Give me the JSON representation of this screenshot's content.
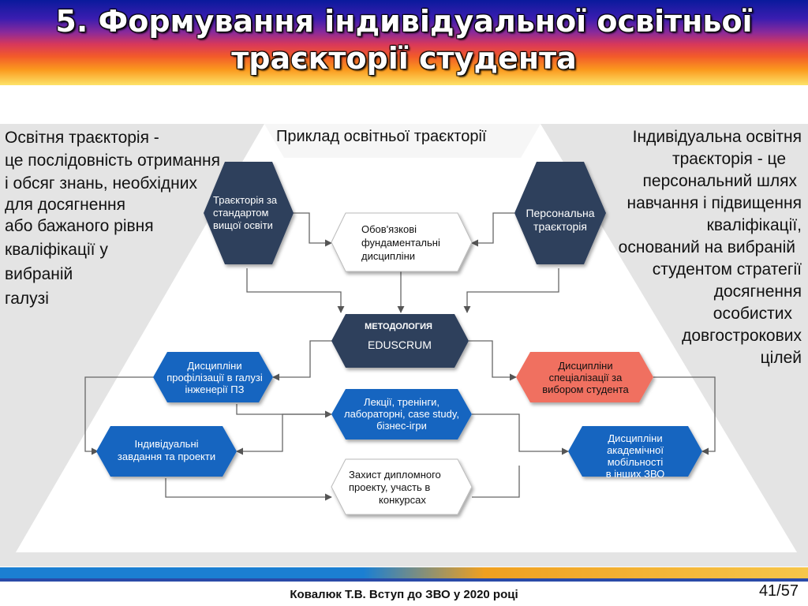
{
  "header": {
    "title_line1": "5. Формування індивідуальної освітньої",
    "title_line2": "траєкторії студента"
  },
  "left_definition": [
    "Освітня траєкторія -",
    "це послідовність отримання",
    "і обсяг знань, необхідних",
    "для досягнення",
    "або бажаного рівня",
    "кваліфікації у",
    "вибраній",
    "галузі"
  ],
  "right_definition": [
    "Індивідуальна освітня",
    "траєкторія - це",
    "персональний шлях",
    "навчання і підвищення",
    "кваліфікації,",
    "оснований на вибраній",
    "студентом стратегії",
    "досягнення",
    "особистих",
    "довгострокових",
    "цілей"
  ],
  "diagram": {
    "title": "Приклад освітньої траєкторії",
    "standard_trajectory": [
      "Траєкторія за",
      "стандартом",
      "вищої освіти"
    ],
    "personal_trajectory": [
      "Персональна",
      "траєкторія"
    ],
    "mandatory": [
      "Обов'язкові",
      "фундаментальні",
      "дисципліни"
    ],
    "methodology_title": "МЕТОДОЛОГИЯ",
    "methodology_name": "EDUSCRUM",
    "profiling": [
      "Дисципліни",
      "профілізації в галузі",
      "інженерії ПЗ"
    ],
    "specialization": [
      "Дисципліни",
      "спеціалізації за",
      "вибором студента"
    ],
    "lectures": [
      "Лекції, тренінги,",
      "лабораторні, case study,",
      "бізнес-ігри"
    ],
    "individual": [
      "Індивідуальні",
      "завдання та проекти"
    ],
    "academic": [
      "Дисципліни",
      "академічної мобільності",
      "в інших ЗВО"
    ],
    "defense": [
      "Захист дипломного",
      "проекту, участь в",
      "конкурсах"
    ]
  },
  "colors": {
    "dark_navy": "#2e3f5c",
    "blue": "#1565c0",
    "salmon": "#f07060",
    "pyramid_gray": "#e2e2e2"
  },
  "footer": {
    "text": "Ковалюк Т.В. Вступ до ЗВО у 2020 році",
    "page": "41/57"
  }
}
